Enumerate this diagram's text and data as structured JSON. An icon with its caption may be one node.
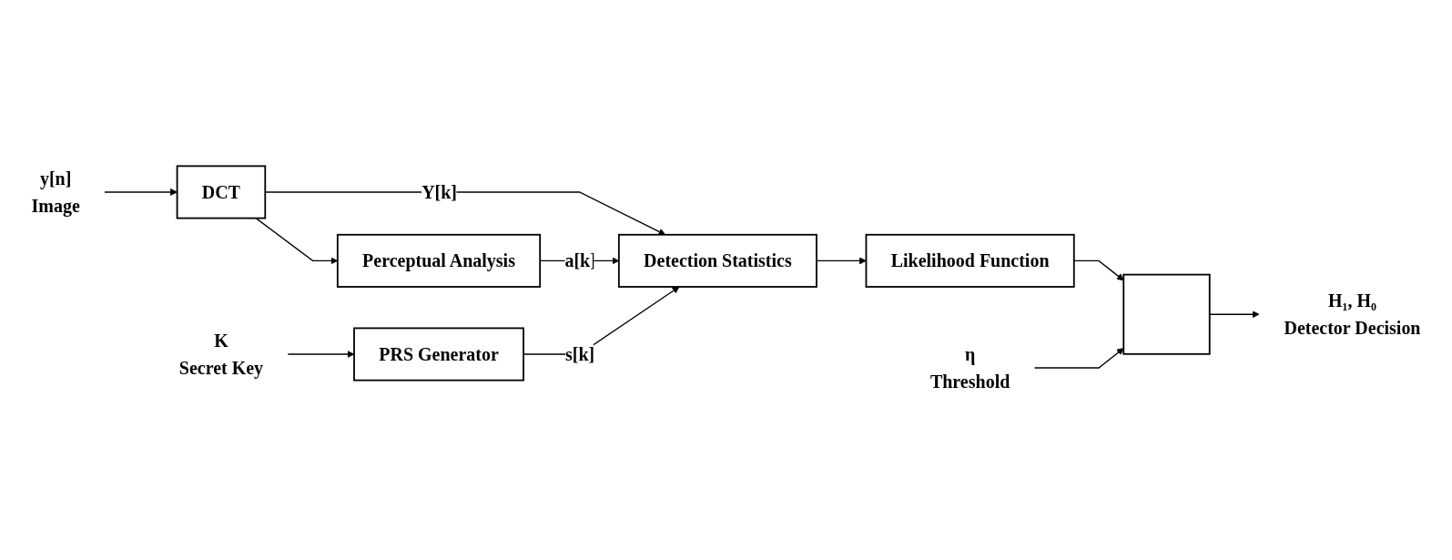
{
  "diagram": {
    "nodes": [
      {
        "text": [
          "DCT"
        ]
      },
      {
        "text": [
          "Detection Statistics"
        ]
      },
      {
        "text": [
          "Likelihood Function"
        ]
      },
      {
        "text": [],
        "shape": "box"
      },
      {
        "text": [
          "Perceptual Analysis"
        ]
      },
      {
        "text": [
          "PRS Generator"
        ]
      },
      {
        "text": [
          "y[n]",
          "Image"
        ]
      },
      {
        "text": [
          "K",
          "Secret Key"
        ]
      },
      {
        "text": [
          "η",
          "Threshold"
        ]
      },
      {
        "text": [
          "H₁, H₀",
          "Detector Decision"
        ]
      }
    ],
    "edges": [
      {
        "from": 6,
        "to": 0,
        "arrow": "to"
      },
      {
        "from": 0,
        "to": 1,
        "label": "Y[k]",
        "arrow": "to"
      },
      {
        "from": 0,
        "to": 4,
        "arrow": "to"
      },
      {
        "from": 4,
        "to": 1,
        "label": "a[k]",
        "arrow": "to"
      },
      {
        "from": 7,
        "to": 5,
        "arrow": "to"
      },
      {
        "from": 5,
        "to": 1,
        "label": "s[k]",
        "arrow": "to"
      },
      {
        "from": 1,
        "to": 2,
        "arrow": "to"
      },
      {
        "from": 2,
        "to": 3,
        "arrow": "to"
      },
      {
        "from": 8,
        "to": 3,
        "arrow": "to"
      },
      {
        "from": 3,
        "to": 9,
        "arrow": "to"
      }
    ]
  }
}
